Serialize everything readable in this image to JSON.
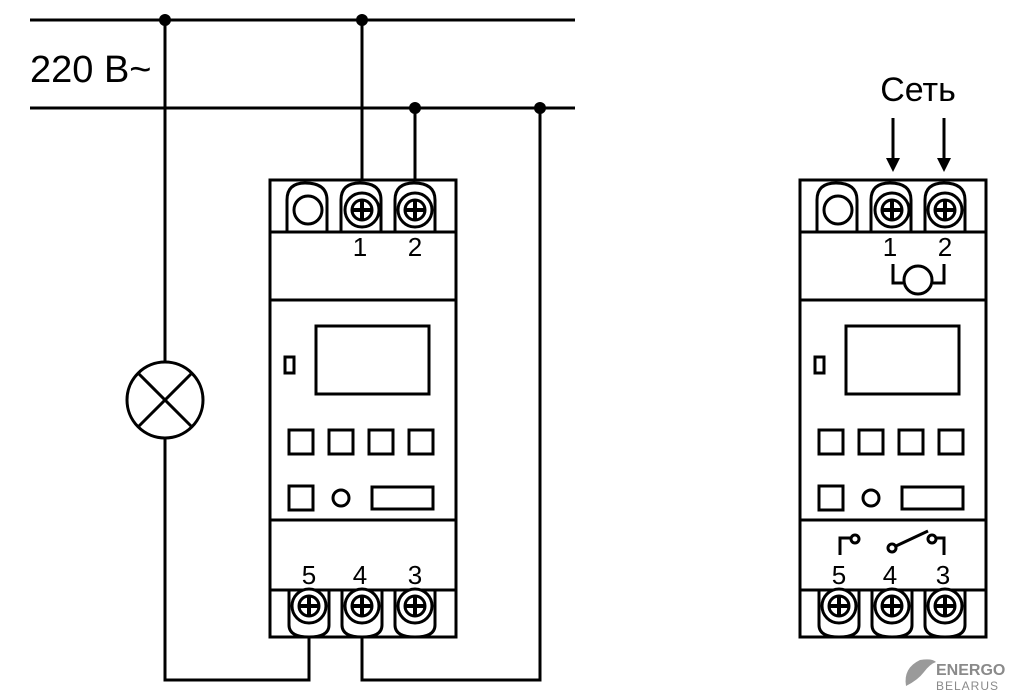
{
  "supply_label": "220 B~",
  "network_label": "Сеть",
  "left_terminals_top": [
    "1",
    "2"
  ],
  "left_terminals_bottom": [
    "5",
    "4",
    "3"
  ],
  "right_terminals_top": [
    "1",
    "2"
  ],
  "right_terminals_bottom": [
    "5",
    "4",
    "3"
  ],
  "watermark": {
    "line1": "ENERGO",
    "line2": "BELARUS"
  },
  "colors": {
    "line": "#000000",
    "background": "#ffffff",
    "watermark": "#8a8a8a"
  }
}
